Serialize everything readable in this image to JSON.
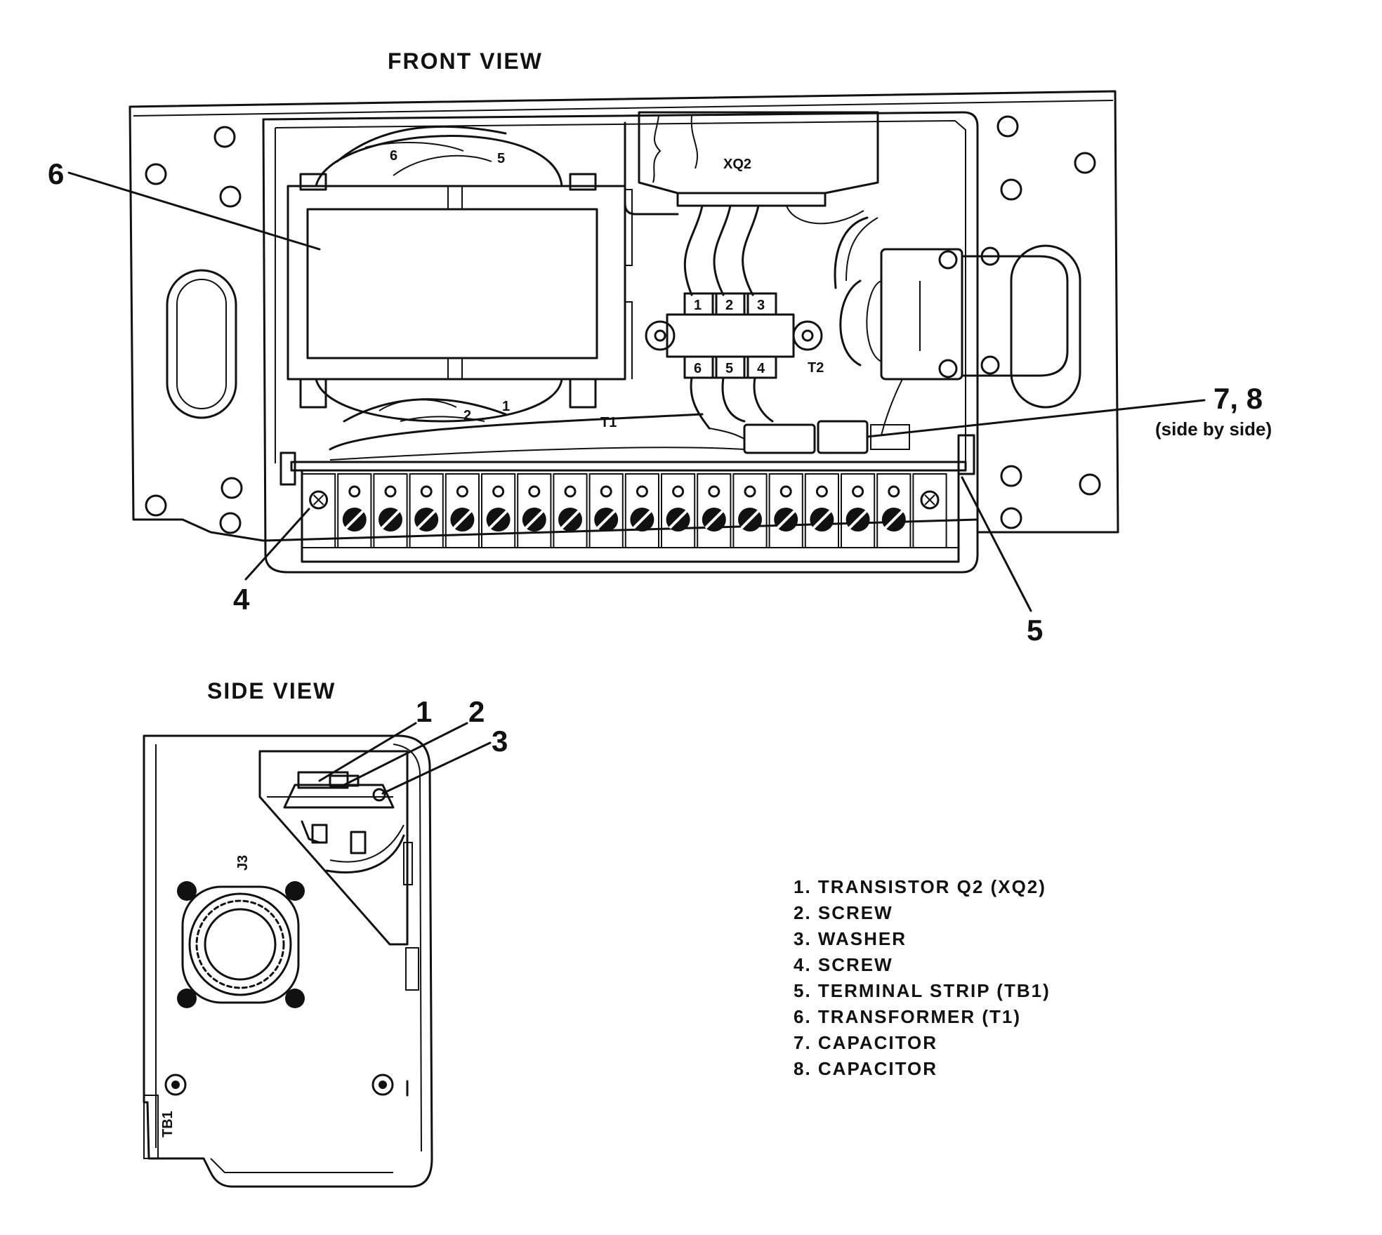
{
  "front_view": {
    "title": "FRONT VIEW",
    "labels": {
      "xq2": "XQ2",
      "t1": "T1",
      "t2": "T2",
      "t2_top_terminals": [
        "1",
        "2",
        "3"
      ],
      "t2_bottom_terminals": [
        "6",
        "5",
        "4"
      ],
      "t1_top_leads": [
        "6",
        "5"
      ],
      "t1_bottom_leads": [
        "2",
        "1"
      ]
    },
    "callouts": {
      "c6": "6",
      "c4": "4",
      "c5": "5",
      "c78": "7, 8",
      "c78_note": "(side by side)"
    }
  },
  "side_view": {
    "title": "SIDE VIEW",
    "labels": {
      "j3": "J3",
      "tb1": "TB1"
    },
    "callouts": {
      "c1": "1",
      "c2": "2",
      "c3": "3"
    }
  },
  "legend": [
    "1.  TRANSISTOR Q2 (XQ2)",
    "2.  SCREW",
    "3.  WASHER",
    "4.  SCREW",
    "5.  TERMINAL STRIP (TB1)",
    "6.  TRANSFORMER (T1)",
    "7.  CAPACITOR",
    "8.  CAPACITOR"
  ]
}
